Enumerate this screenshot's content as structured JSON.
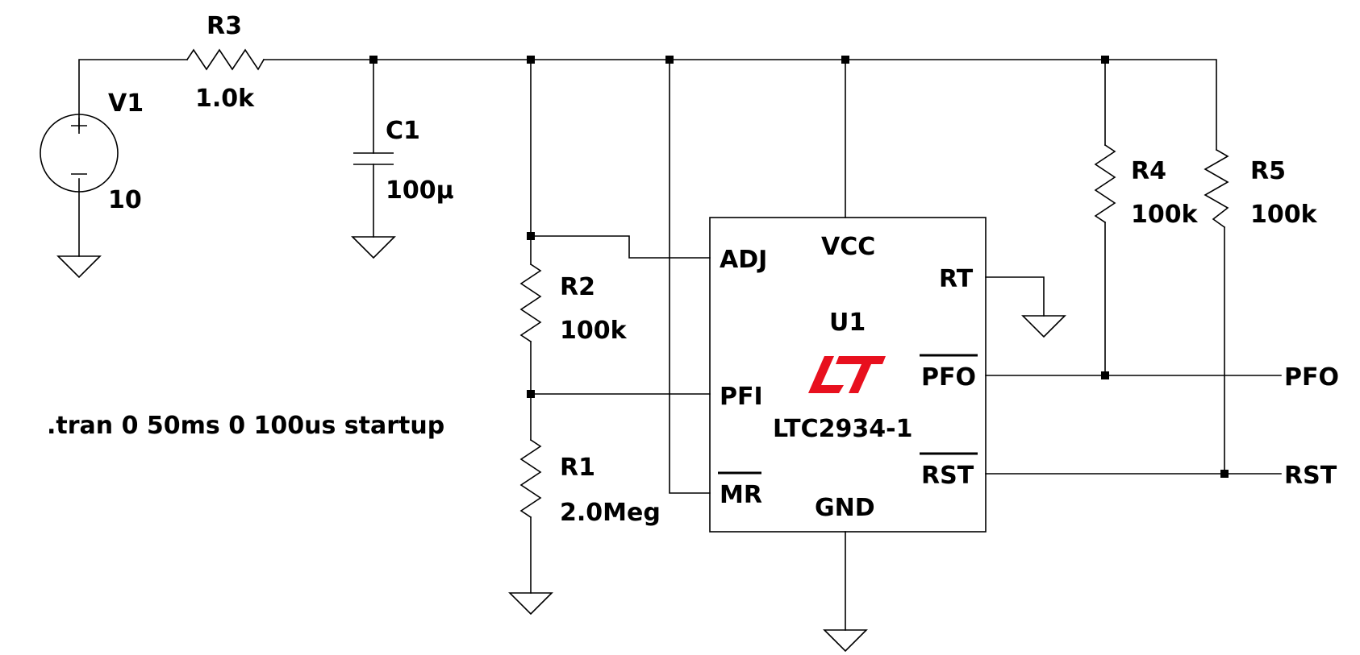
{
  "components": {
    "v1": {
      "name": "V1",
      "value": "10"
    },
    "r3": {
      "name": "R3",
      "value": "1.0k"
    },
    "c1": {
      "name": "C1",
      "value": "100µ"
    },
    "r2": {
      "name": "R2",
      "value": "100k"
    },
    "r1": {
      "name": "R1",
      "value": "2.0Meg"
    },
    "r4": {
      "name": "R4",
      "value": "100k"
    },
    "r5": {
      "name": "R5",
      "value": "100k"
    },
    "u1": {
      "name": "U1",
      "part": "LTC2934-1",
      "pins": {
        "vcc": "VCC",
        "adj": "ADJ",
        "rt": "RT",
        "pfo": "PFO",
        "pfi": "PFI",
        "mr": "MR",
        "rst": "RST",
        "gnd": "GND"
      }
    }
  },
  "net_labels": {
    "pfo": "PFO",
    "rst": "RST"
  },
  "directive": ".tran 0 50ms 0 100us startup",
  "colors": {
    "wire": "#000000",
    "logo": "#e8101e"
  },
  "icons": {
    "ground": "ground-icon",
    "source": "voltage-source-icon",
    "logo": "lt-logo-icon"
  }
}
